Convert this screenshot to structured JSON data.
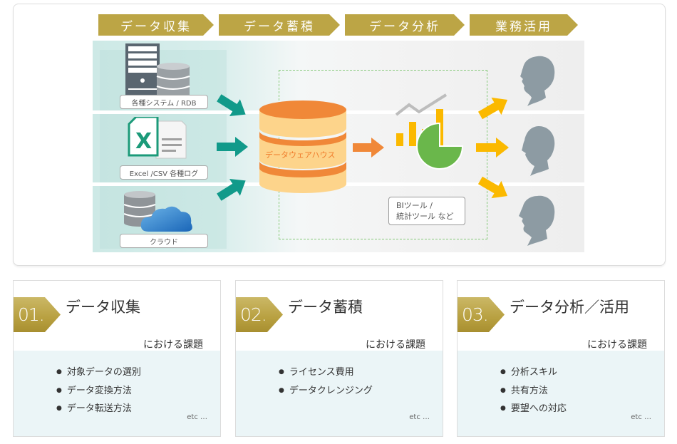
{
  "stages": [
    {
      "label": "データ収集"
    },
    {
      "label": "データ蓄積"
    },
    {
      "label": "データ分析"
    },
    {
      "label": "業務活用"
    }
  ],
  "colors": {
    "stage_gold": "#bca545",
    "teal_arrow": "#119a8a",
    "orange": "#f08838",
    "cylinder_light": "#fdd48b",
    "yellow_arrow": "#fbb900",
    "pie_green": "#6ab74b",
    "silhouette": "#8d9ba3"
  },
  "diagram": {
    "sources": [
      {
        "label": "各種システム / RDB",
        "icon": "server-database-icon"
      },
      {
        "label": "Excel /CSV 各種ログ",
        "icon": "excel-document-icon"
      },
      {
        "label": "クラウド",
        "icon": "cloud-database-icon"
      }
    ],
    "warehouse": {
      "label": "データウェアハウス"
    },
    "bi": {
      "line1": "BIツール /",
      "line2": "統計ツール など"
    },
    "users_count": 3
  },
  "cards": [
    {
      "number": "01.",
      "title": "データ収集",
      "subtitle": "における課題",
      "items": [
        "対象データの選別",
        "データ変換方法",
        "データ転送方法"
      ],
      "etc": "etc …"
    },
    {
      "number": "02.",
      "title": "データ蓄積",
      "subtitle": "における課題",
      "items": [
        "ライセンス費用",
        "データクレンジング"
      ],
      "etc": "etc …"
    },
    {
      "number": "03.",
      "title": "データ分析／活用",
      "subtitle": "における課題",
      "items": [
        "分析スキル",
        "共有方法",
        "要望への対応"
      ],
      "etc": "etc …"
    }
  ]
}
